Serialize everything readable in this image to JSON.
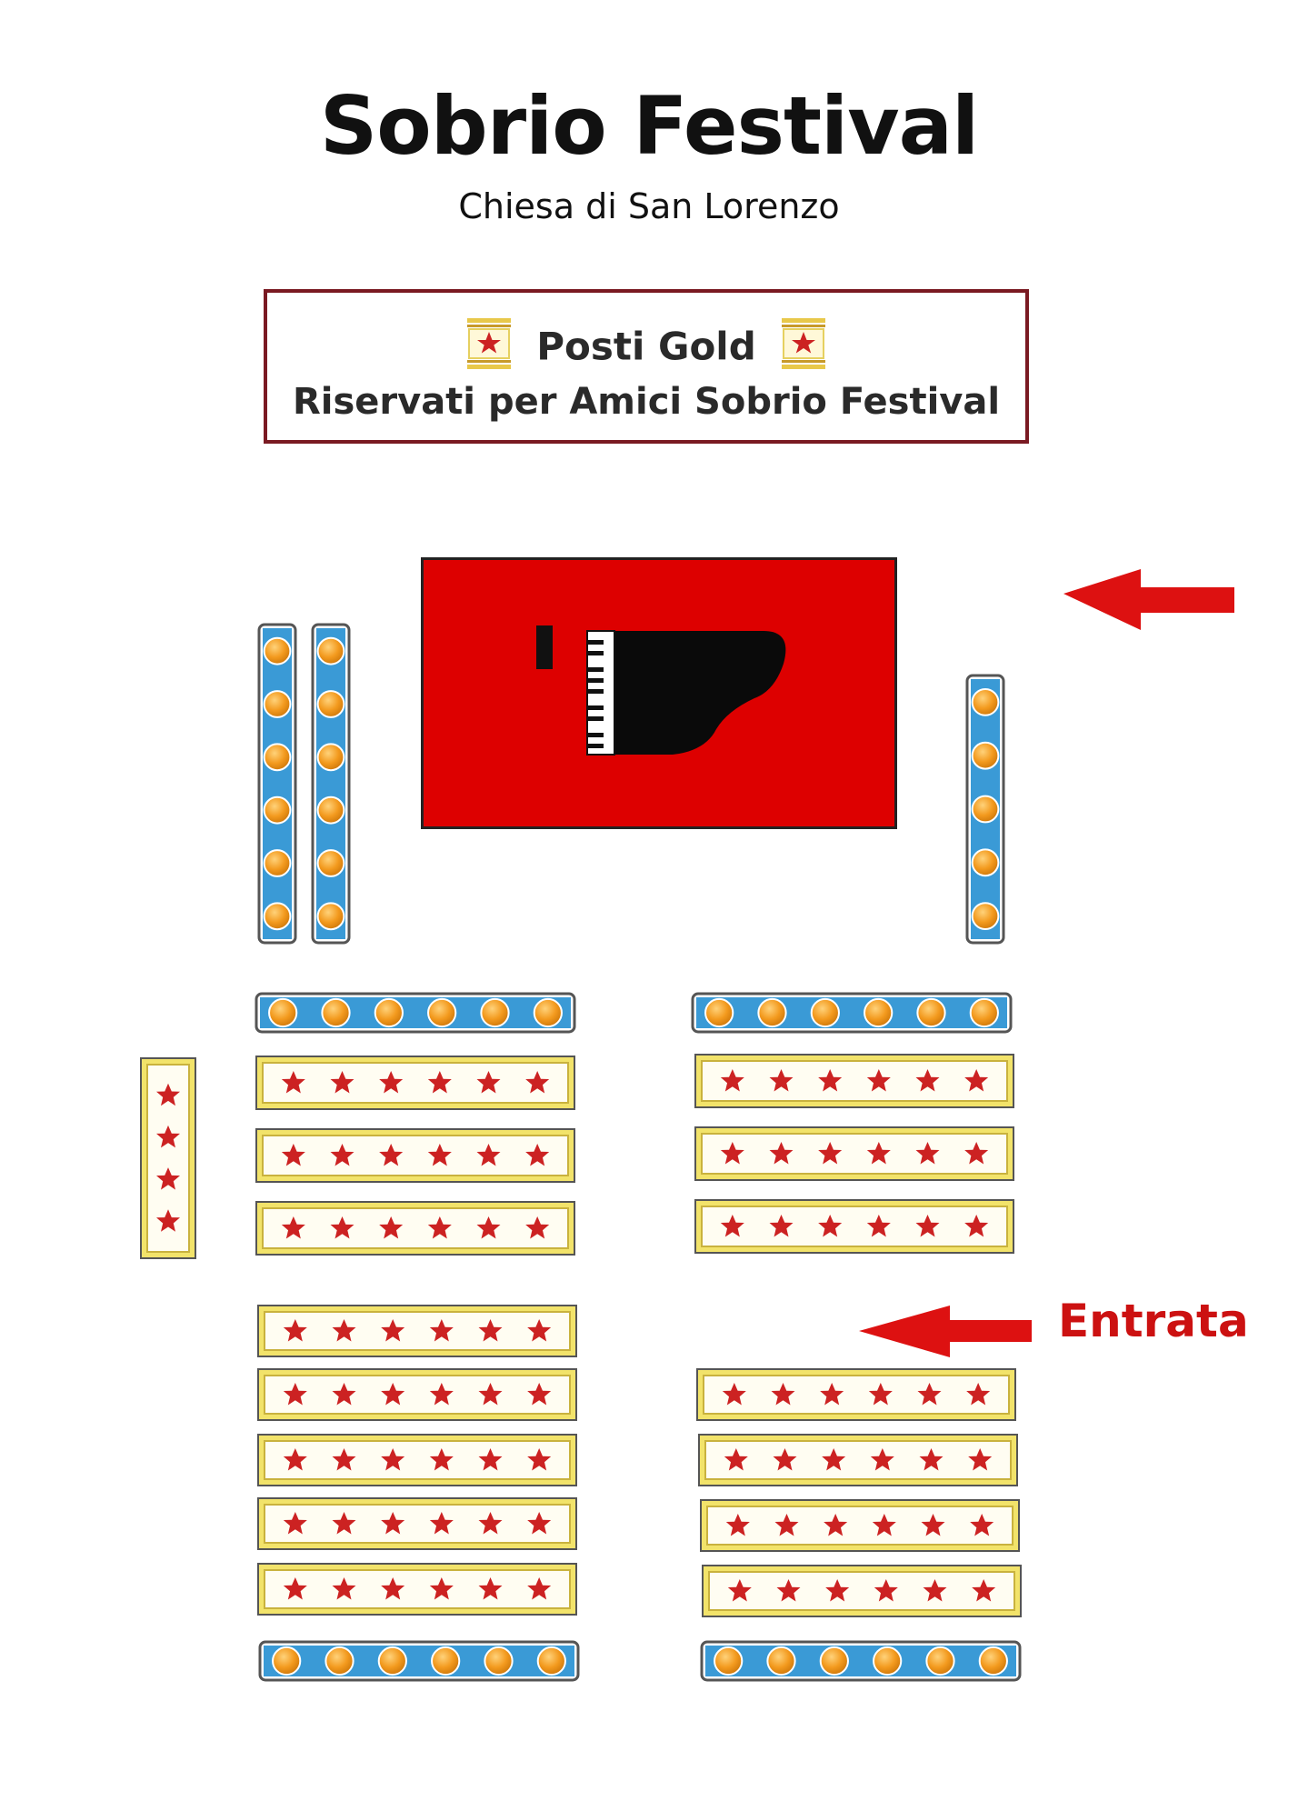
{
  "header": {
    "title": "Sobrio Festival",
    "subtitle": "Chiesa di San Lorenzo"
  },
  "legend": {
    "line1": "Posti Gold",
    "line2": "Riservati per Amici Sobrio Festival",
    "badge_icon": "gold-star-seat-icon"
  },
  "stage": {
    "color": "#dd0000",
    "instrument_icon": "grand-piano-icon"
  },
  "entrance": {
    "label": "Entrata",
    "color": "#cc1111",
    "arrow_icon": "left-arrow-icon"
  },
  "seat_types": {
    "standard": {
      "icon": "orange-dot-seat-icon",
      "color": "#f39a1e",
      "frame": "#3a9ad6"
    },
    "gold": {
      "icon": "red-star-seat-icon",
      "color": "#cc2222",
      "frame": "#f2e36a"
    }
  },
  "seat_rows": {
    "left_vertical_standard": [
      6,
      6
    ],
    "right_vertical_standard": [
      5
    ],
    "front_standard_rows": [
      6,
      6
    ],
    "left_gold_vertical": [
      4
    ],
    "upper_gold_rows_left": [
      6,
      6,
      6
    ],
    "upper_gold_rows_right": [
      6,
      6,
      6
    ],
    "lower_gold_rows_left": [
      6,
      6,
      6,
      6,
      6
    ],
    "lower_gold_rows_right": [
      6,
      6,
      6,
      6
    ],
    "back_standard_rows": [
      6,
      6
    ]
  }
}
